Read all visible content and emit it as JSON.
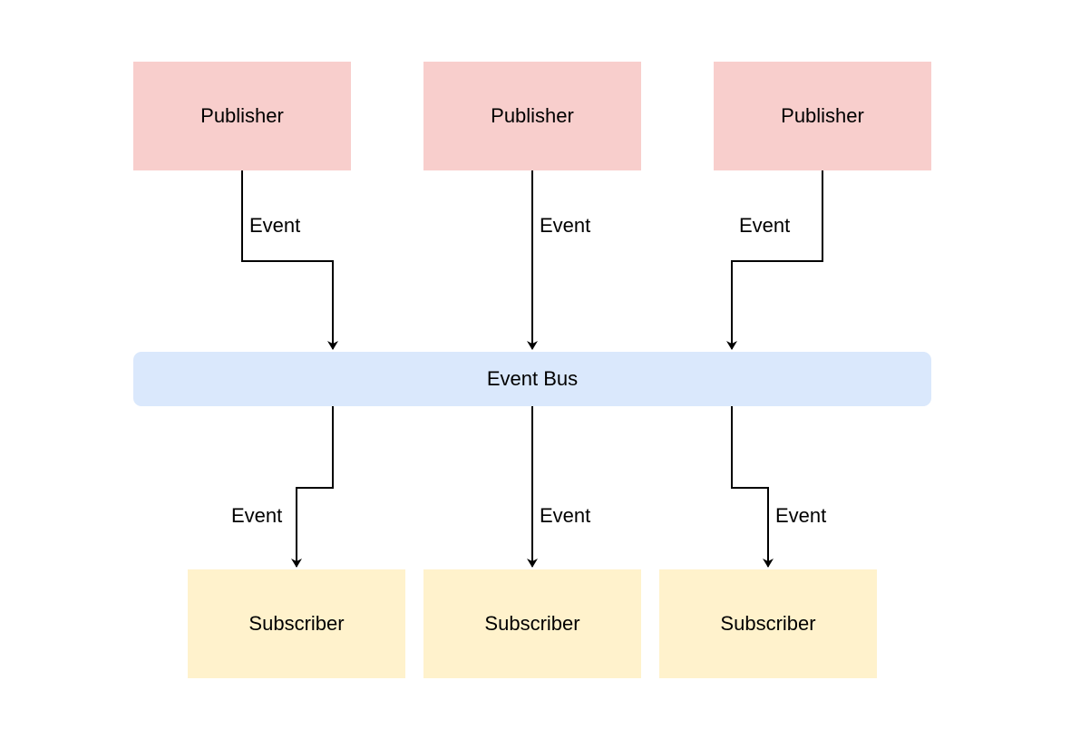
{
  "colors": {
    "publisher_fill": "#f8cecc",
    "bus_fill": "#dae8fc",
    "subscriber_fill": "#fff2cc",
    "line": "#000000"
  },
  "publishers": [
    {
      "label": "Publisher",
      "edge_label": "Event"
    },
    {
      "label": "Publisher",
      "edge_label": "Event"
    },
    {
      "label": "Publisher",
      "edge_label": "Event"
    }
  ],
  "bus": {
    "label": "Event Bus"
  },
  "subscribers": [
    {
      "label": "Subscriber",
      "edge_label": "Event"
    },
    {
      "label": "Subscriber",
      "edge_label": "Event"
    },
    {
      "label": "Subscriber",
      "edge_label": "Event"
    }
  ]
}
